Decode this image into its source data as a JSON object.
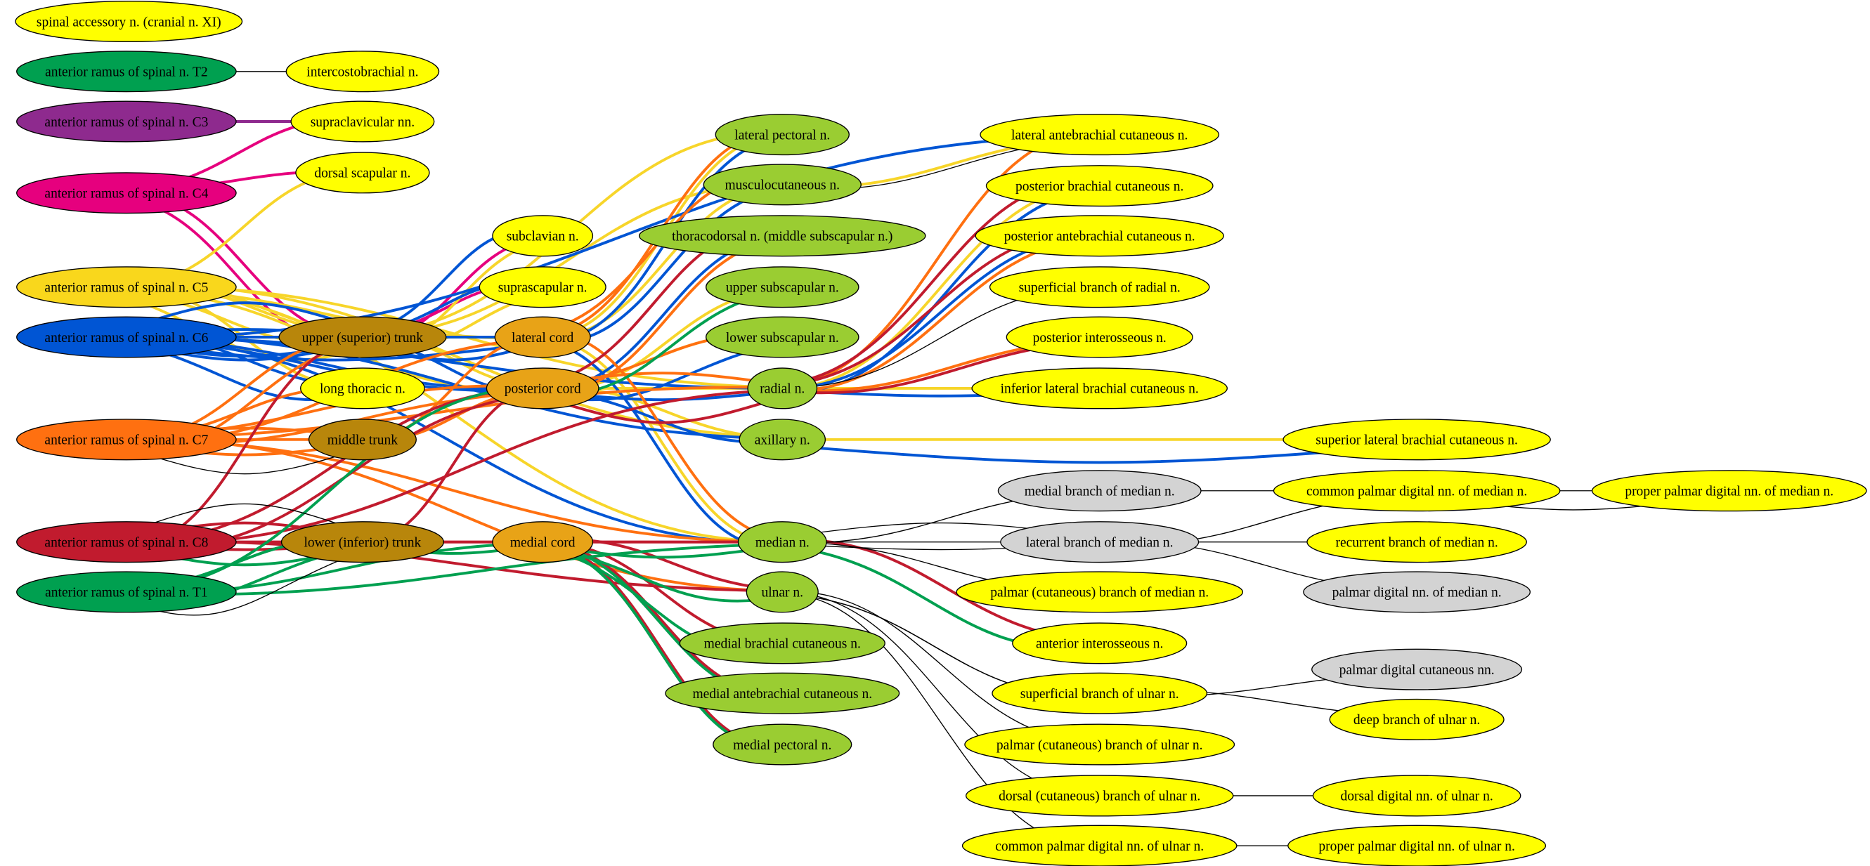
{
  "colors": {
    "C3": "#8e2a8e",
    "C4": "#e6007e",
    "C5": "#f7d52a",
    "C6": "#0055d4",
    "C7": "#ff7010",
    "C8": "#c11b2e",
    "T1": "#00a050",
    "T2": "#00a050",
    "root_fill_C5": "#f9d71c",
    "trunk": "#b8860b",
    "cord": "#e8a317",
    "branch": "#9acd32",
    "terminal": "#ffff00",
    "gray": "#d3d3d3",
    "black": "#000000"
  },
  "nodes": {
    "XI": {
      "label": "spinal accessory n. (cranial n. XI)",
      "kind": "terminal"
    },
    "T2": {
      "label": "anterior ramus of spinal n. T2",
      "kind": "T2"
    },
    "icb": {
      "label": "intercostobrachial n.",
      "kind": "terminal"
    },
    "C3": {
      "label": "anterior ramus of spinal n. C3",
      "kind": "C3"
    },
    "supcl": {
      "label": "supraclavicular nn.",
      "kind": "terminal"
    },
    "C4": {
      "label": "anterior ramus of spinal n. C4",
      "kind": "C4"
    },
    "dscap": {
      "label": "dorsal scapular n.",
      "kind": "terminal"
    },
    "C5": {
      "label": "anterior ramus of spinal n. C5",
      "kind": "root_fill_C5"
    },
    "C6": {
      "label": "anterior ramus of spinal n. C6",
      "kind": "C6"
    },
    "C7": {
      "label": "anterior ramus of spinal n. C7",
      "kind": "C7"
    },
    "C8": {
      "label": "anterior ramus of spinal n. C8",
      "kind": "C8"
    },
    "T1": {
      "label": "anterior ramus of spinal n. T1",
      "kind": "T1"
    },
    "ut": {
      "label": "upper (superior) trunk",
      "kind": "trunk"
    },
    "lth": {
      "label": "long thoracic n.",
      "kind": "terminal"
    },
    "mt": {
      "label": "middle trunk",
      "kind": "trunk"
    },
    "lt": {
      "label": "lower (inferior) trunk",
      "kind": "trunk"
    },
    "subcl": {
      "label": "subclavian n.",
      "kind": "terminal"
    },
    "supsc": {
      "label": "suprascapular n.",
      "kind": "terminal"
    },
    "lc": {
      "label": "lateral cord",
      "kind": "cord"
    },
    "pc": {
      "label": "posterior cord",
      "kind": "cord"
    },
    "mc": {
      "label": "medial cord",
      "kind": "cord"
    },
    "lpec": {
      "label": "lateral pectoral n.",
      "kind": "branch"
    },
    "musc": {
      "label": "musculocutaneous n.",
      "kind": "branch"
    },
    "thd": {
      "label": "thoracodorsal n. (middle subscapular n.)",
      "kind": "branch"
    },
    "uss": {
      "label": "upper subscapular n.",
      "kind": "branch"
    },
    "lss": {
      "label": "lower subscapular n.",
      "kind": "branch"
    },
    "rad": {
      "label": "radial n.",
      "kind": "branch"
    },
    "axi": {
      "label": "axillary n.",
      "kind": "branch"
    },
    "med": {
      "label": "median n.",
      "kind": "branch"
    },
    "uln": {
      "label": "ulnar n.",
      "kind": "branch"
    },
    "mbc": {
      "label": "medial brachial cutaneous n.",
      "kind": "branch"
    },
    "mac": {
      "label": "medial antebrachial cutaneous n.",
      "kind": "branch"
    },
    "mpec": {
      "label": "medial pectoral n.",
      "kind": "branch"
    },
    "lac": {
      "label": "lateral antebrachial cutaneous n.",
      "kind": "terminal"
    },
    "pbc": {
      "label": "posterior brachial cutaneous n.",
      "kind": "terminal"
    },
    "pac": {
      "label": "posterior antebrachial cutaneous n.",
      "kind": "terminal"
    },
    "sbr": {
      "label": "superficial branch of radial n.",
      "kind": "terminal"
    },
    "pin": {
      "label": "posterior interosseous n.",
      "kind": "terminal"
    },
    "ilbc": {
      "label": "inferior lateral brachial cutaneous n.",
      "kind": "terminal"
    },
    "slbc": {
      "label": "superior lateral brachial cutaneous n.",
      "kind": "terminal"
    },
    "mbm": {
      "label": "medial branch of median n.",
      "kind": "gray"
    },
    "cpdm": {
      "label": "common palmar digital nn. of median n.",
      "kind": "terminal"
    },
    "ppdm": {
      "label": "proper palmar digital nn. of median n.",
      "kind": "terminal"
    },
    "lbm": {
      "label": "lateral branch of median n.",
      "kind": "gray"
    },
    "rbm": {
      "label": "recurrent branch of median n.",
      "kind": "terminal"
    },
    "pcbm": {
      "label": "palmar (cutaneous) branch of median n.",
      "kind": "terminal"
    },
    "pdm": {
      "label": "palmar digital nn. of median n.",
      "kind": "gray"
    },
    "ain": {
      "label": "anterior interosseous n.",
      "kind": "terminal"
    },
    "pdc": {
      "label": "palmar digital cutaneous nn.",
      "kind": "gray"
    },
    "sbu": {
      "label": "superficial branch of ulnar n.",
      "kind": "terminal"
    },
    "dbu": {
      "label": "deep branch of ulnar n.",
      "kind": "terminal"
    },
    "pcbu": {
      "label": "palmar (cutaneous) branch of ulnar n.",
      "kind": "terminal"
    },
    "dcbu": {
      "label": "dorsal (cutaneous) branch of ulnar n.",
      "kind": "terminal"
    },
    "ddu": {
      "label": "dorsal digital nn. of ulnar n.",
      "kind": "terminal"
    },
    "cpdu": {
      "label": "common palmar digital nn. of ulnar n.",
      "kind": "terminal"
    },
    "ppdu": {
      "label": "proper palmar digital nn. of ulnar n.",
      "kind": "terminal"
    }
  },
  "edges": {
    "C3": [
      [
        "C3",
        "supcl"
      ]
    ],
    "C4": [
      [
        "C4",
        "supcl"
      ],
      [
        "C4",
        "dscap"
      ],
      [
        "C4",
        "ut"
      ],
      [
        "C4",
        "ut"
      ],
      [
        "ut",
        "subcl"
      ],
      [
        "ut",
        "supsc"
      ]
    ],
    "C5": [
      [
        "C5",
        "ut"
      ],
      [
        "C5",
        "dscap"
      ],
      [
        "C5",
        "lth"
      ],
      [
        "ut",
        "subcl"
      ],
      [
        "ut",
        "supsc"
      ],
      [
        "ut",
        "lc"
      ],
      [
        "ut",
        "pc"
      ],
      [
        "lc",
        "lpec"
      ],
      [
        "lc",
        "musc"
      ],
      [
        "pc",
        "uss"
      ],
      [
        "pc",
        "lss"
      ],
      [
        "pc",
        "axi"
      ],
      [
        "pc",
        "rad"
      ],
      [
        "lc",
        "med"
      ],
      [
        "musc",
        "lac"
      ],
      [
        "axi",
        "slbc"
      ],
      [
        "rad",
        "ilbc"
      ],
      [
        "C5",
        "ut"
      ],
      [
        "C5",
        "ut"
      ],
      [
        "C5",
        "ut"
      ],
      [
        "ut",
        "lpec"
      ],
      [
        "ut",
        "musc"
      ],
      [
        "rad",
        "pbc"
      ],
      [
        "C5",
        "lc"
      ],
      [
        "C5",
        "pc"
      ],
      [
        "C5",
        "axi"
      ],
      [
        "C5",
        "rad"
      ],
      [
        "C5",
        "med"
      ]
    ],
    "C6": [
      [
        "C6",
        "ut"
      ],
      [
        "C6",
        "lth"
      ],
      [
        "ut",
        "subcl"
      ],
      [
        "ut",
        "supsc"
      ],
      [
        "ut",
        "lc"
      ],
      [
        "ut",
        "pc"
      ],
      [
        "lc",
        "lpec"
      ],
      [
        "lc",
        "musc"
      ],
      [
        "pc",
        "thd"
      ],
      [
        "pc",
        "lss"
      ],
      [
        "pc",
        "axi"
      ],
      [
        "pc",
        "rad"
      ],
      [
        "lc",
        "med"
      ],
      [
        "C6",
        "lac"
      ],
      [
        "axi",
        "slbc"
      ],
      [
        "rad",
        "ilbc"
      ],
      [
        "rad",
        "pbc"
      ],
      [
        "rad",
        "pac"
      ],
      [
        "C6",
        "ut"
      ],
      [
        "C6",
        "ut"
      ],
      [
        "C6",
        "ut"
      ],
      [
        "C6",
        "ut"
      ],
      [
        "C6",
        "lc"
      ],
      [
        "C6",
        "pc"
      ],
      [
        "C6",
        "lc"
      ],
      [
        "C6",
        "pc"
      ],
      [
        "C6",
        "axi"
      ],
      [
        "C6",
        "rad"
      ],
      [
        "C6",
        "med"
      ],
      [
        "C6",
        "lth"
      ]
    ],
    "C7": [
      [
        "C7",
        "mt"
      ],
      [
        "C7",
        "lth"
      ],
      [
        "mt",
        "lc"
      ],
      [
        "mt",
        "pc"
      ],
      [
        "lc",
        "lpec"
      ],
      [
        "lc",
        "musc"
      ],
      [
        "pc",
        "thd"
      ],
      [
        "pc",
        "rad"
      ],
      [
        "lc",
        "med"
      ],
      [
        "rad",
        "pin"
      ],
      [
        "rad",
        "pac"
      ],
      [
        "C7",
        "uln"
      ],
      [
        "C7",
        "ut"
      ],
      [
        "C7",
        "ut"
      ],
      [
        "C7",
        "lc"
      ],
      [
        "C7",
        "pc"
      ],
      [
        "C7",
        "pc"
      ],
      [
        "C7",
        "mt"
      ],
      [
        "C7",
        "mt"
      ],
      [
        "pc",
        "lss"
      ],
      [
        "rad",
        "lac"
      ],
      [
        "C7",
        "rad"
      ],
      [
        "C7",
        "med"
      ]
    ],
    "C8": [
      [
        "C8",
        "lt"
      ],
      [
        "lt",
        "mc"
      ],
      [
        "lt",
        "pc"
      ],
      [
        "pc",
        "rad"
      ],
      [
        "mc",
        "med"
      ],
      [
        "mc",
        "uln"
      ],
      [
        "pc",
        "thd"
      ],
      [
        "mc",
        "mbc"
      ],
      [
        "mc",
        "mac"
      ],
      [
        "mc",
        "mpec"
      ],
      [
        "med",
        "ain"
      ],
      [
        "rad",
        "pin"
      ],
      [
        "rad",
        "pbc"
      ],
      [
        "rad",
        "pac"
      ],
      [
        "C8",
        "ut"
      ],
      [
        "C8",
        "lt"
      ],
      [
        "C8",
        "lt"
      ],
      [
        "C8",
        "pc"
      ],
      [
        "C8",
        "pc"
      ],
      [
        "C8",
        "rad"
      ],
      [
        "C8",
        "med"
      ],
      [
        "C8",
        "uln"
      ]
    ],
    "T1": [
      [
        "T1",
        "lt"
      ],
      [
        "lt",
        "mc"
      ],
      [
        "mc",
        "med"
      ],
      [
        "mc",
        "uln"
      ],
      [
        "mc",
        "mbc"
      ],
      [
        "mc",
        "mac"
      ],
      [
        "mc",
        "mpec"
      ],
      [
        "med",
        "ain"
      ],
      [
        "T1",
        "lt"
      ],
      [
        "T1",
        "lt"
      ],
      [
        "C8",
        "lt"
      ],
      [
        "T1",
        "pc"
      ],
      [
        "pc",
        "uss"
      ],
      [
        "T1",
        "mc"
      ],
      [
        "T1",
        "med"
      ]
    ],
    "black": [
      [
        "T2",
        "icb"
      ],
      [
        "musc",
        "lac"
      ],
      [
        "rad",
        "sbr"
      ],
      [
        "med",
        "mbm"
      ],
      [
        "med",
        "lbm"
      ],
      [
        "med",
        "lbm"
      ],
      [
        "med",
        "lbm"
      ],
      [
        "med",
        "pcbm"
      ],
      [
        "mbm",
        "cpdm"
      ],
      [
        "lbm",
        "cpdm"
      ],
      [
        "lbm",
        "rbm"
      ],
      [
        "lbm",
        "pdm"
      ],
      [
        "cpdm",
        "ppdm"
      ],
      [
        "cpdm",
        "ppdm"
      ],
      [
        "uln",
        "sbu"
      ],
      [
        "uln",
        "sbu"
      ],
      [
        "uln",
        "pcbu"
      ],
      [
        "uln",
        "dcbu"
      ],
      [
        "uln",
        "cpdu"
      ],
      [
        "sbu",
        "pdc"
      ],
      [
        "sbu",
        "dbu"
      ],
      [
        "dcbu",
        "ddu"
      ],
      [
        "cpdu",
        "ppdu"
      ],
      [
        "C7",
        "mt"
      ],
      [
        "T1",
        "lt"
      ],
      [
        "C8",
        "lt"
      ]
    ]
  }
}
